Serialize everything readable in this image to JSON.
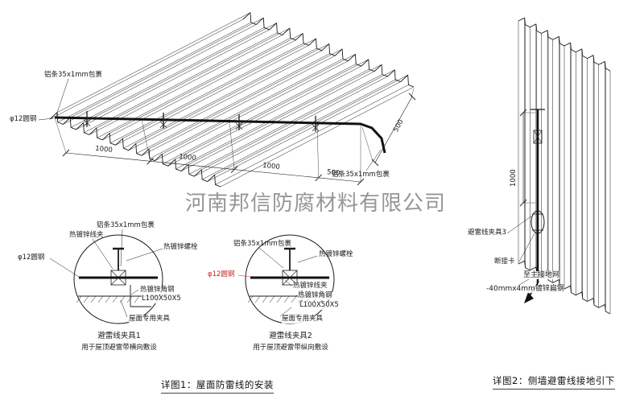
{
  "watermark": "河南邦信防腐材料有限公司",
  "roof": {
    "label_strip_left": "铝条35x1mm包裹",
    "label_round_steel": "φ12圆钢",
    "label_strip_right": "铝条35x1mm包裹",
    "dims": {
      "d1": "1000",
      "d2": "1000",
      "d3": "1000",
      "d4": "500",
      "d5": "500"
    }
  },
  "detail1": {
    "title": "避雷线夹具1",
    "subtitle": "用于屋顶避雷带横向敷设",
    "label_wire_clamp": "热镀锌线夹",
    "label_strip": "铝条35x1mm包裹",
    "label_bolt": "热镀锌螺栓",
    "label_round_steel": "φ12圆钢",
    "label_angle_steel": "热镀锌角钢",
    "label_angle_spec": "L100X50X5",
    "label_roof_clamp": "屋面专用夹具"
  },
  "detail2": {
    "title": "避雷线夹具2",
    "subtitle": "用于屋顶避雷带纵向敷设",
    "label_strip": "铝条35x1mm包裹",
    "label_bolt": "热镀锌螺栓",
    "label_round_steel": "φ12圆钢",
    "label_wire_clamp": "热镀锌线夹",
    "label_angle_steel": "热镀锌角钢",
    "label_angle_spec": "L100X50X5",
    "label_roof_clamp": "屋面专用夹具"
  },
  "wall": {
    "label_clamp": "避雷线夹具3",
    "label_disconnect": "断接卡",
    "label_to_ground": "至主接地网",
    "label_flat_steel": "-40mmx4mm镀锌扁钢",
    "dim_vertical": "1000"
  },
  "captions": {
    "detail1": "详图1：屋面防雷线的安装",
    "detail2": "详图2：侧墙避雷线接地引下"
  },
  "colors": {
    "line": "#1b1b1b",
    "wire": "#111111",
    "red": "#c42020",
    "watermark": "#6e6e6e"
  }
}
